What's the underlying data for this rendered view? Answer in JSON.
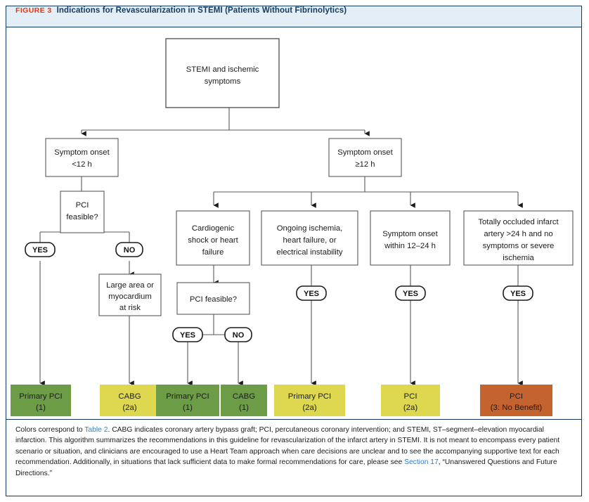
{
  "figure": {
    "number_label": "FIGURE 3",
    "title": "Indications for Revascularization in STEMI (Patients Without Fibrinolytics)"
  },
  "colors": {
    "header_bg": "#e4eef7",
    "header_rule": "#123a5e",
    "figure_number": "#e03a16",
    "title_text": "#123a5e",
    "link": "#2f7ec4",
    "green": "#6d9c47",
    "yellow": "#ddd84f",
    "orange": "#c4632e",
    "box_stroke": "#595959",
    "box_fill": "#ffffff"
  },
  "flowchart": {
    "nodes": {
      "root": {
        "lines": [
          "STEMI and ischemic",
          "symptoms"
        ]
      },
      "onset_lt12": {
        "lines": [
          "Symptom onset",
          "<12 h"
        ]
      },
      "onset_ge12": {
        "lines": [
          "Symptom onset",
          "≥12 h"
        ]
      },
      "pci_feasible_left": {
        "lines": [
          "PCI",
          "feasible?"
        ]
      },
      "large_area": {
        "lines": [
          "Large area or",
          "myocardium",
          "at risk"
        ]
      },
      "cardiogenic": {
        "lines": [
          "Cardiogenic",
          "shock or heart",
          "failure"
        ]
      },
      "pci_feasible_mid": {
        "lines": [
          "PCI feasible?"
        ]
      },
      "ongoing_ischemia": {
        "lines": [
          "Ongoing ischemia,",
          "heart failure, or",
          "electrical instability"
        ]
      },
      "onset_12_24": {
        "lines": [
          "Symptom onset",
          "within 12–24 h"
        ]
      },
      "totally_occluded": {
        "lines": [
          "Totally occluded infarct",
          "artery >24 h and no",
          "symptoms or severe",
          "ischemia"
        ]
      }
    },
    "edge_labels": {
      "yes": "YES",
      "no": "NO"
    },
    "outcomes": [
      {
        "id": "outcome-primary-pci-1a",
        "lines": [
          "Primary PCI",
          "(1)"
        ],
        "color": "green"
      },
      {
        "id": "outcome-cabg-2a",
        "lines": [
          "CABG",
          "(2a)"
        ],
        "color": "yellow"
      },
      {
        "id": "outcome-primary-pci-1b",
        "lines": [
          "Primary PCI",
          "(1)"
        ],
        "color": "green"
      },
      {
        "id": "outcome-cabg-1",
        "lines": [
          "CABG",
          "(1)"
        ],
        "color": "green"
      },
      {
        "id": "outcome-primary-pci-2a",
        "lines": [
          "Primary PCI",
          "(2a)"
        ],
        "color": "yellow"
      },
      {
        "id": "outcome-pci-2a",
        "lines": [
          "PCI",
          "(2a)"
        ],
        "color": "yellow"
      },
      {
        "id": "outcome-pci-3",
        "lines": [
          "PCI",
          "(3: No Benefit)"
        ],
        "color": "orange"
      }
    ]
  },
  "caption": {
    "part1": "Colors correspond to ",
    "link1": "Table 2",
    "part2": ". CABG indicates coronary artery bypass graft; PCI, percutaneous coronary intervention; and STEMI, ST–segment–elevation myocardial infarction. This algorithm summarizes the recommendations in this guideline for revascularization of the infarct artery in STEMI. It is not meant to encompass every patient scenario or situation, and clinicians are encouraged to use a Heart Team approach when care decisions are unclear and to see the accompanying supportive text for each recommendation. Additionally, in situations that lack sufficient data to make formal recommendations for care, please see ",
    "link2": "Section 17",
    "part3": ", “Unanswered Questions and Future Directions.”"
  }
}
